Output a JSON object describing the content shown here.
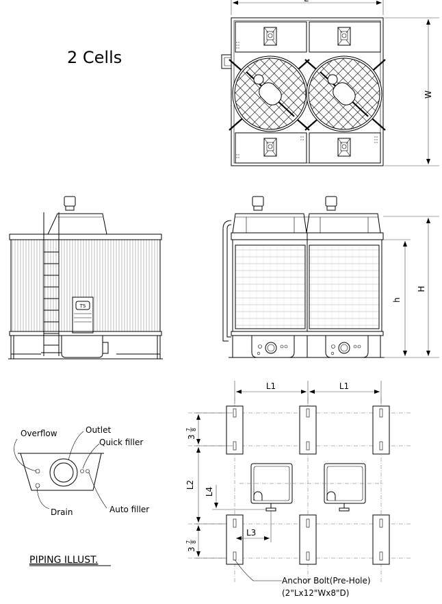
{
  "title": "2 Cells",
  "dimensions": {
    "top_length": "L",
    "top_width": "W",
    "height_total": "H",
    "height_body": "h",
    "anchor_spacing_1": "L1",
    "anchor_spacing_2": "L1",
    "anchor_offset_top": "3",
    "anchor_offset_top_frac_num": "7",
    "anchor_offset_top_frac_den": "8",
    "anchor_offset_bottom": "3",
    "anchor_offset_bottom_frac_num": "7",
    "anchor_offset_bottom_frac_den": "8",
    "cell_spacing": "L2",
    "pipe_offset": "L4",
    "anchor_to_pipe": "L3"
  },
  "badge": "TS",
  "piping": {
    "overflow": "Overflow",
    "outlet": "Outlet",
    "quick_filler": "Quick filler",
    "drain": "Drain",
    "auto_filler": "Auto filler",
    "caption": "PIPING ILLUST."
  },
  "anchor": {
    "line1": "Anchor Bolt(Pre-Hole)",
    "line2": "(2\"Lx12\"Wx8\"D)"
  }
}
